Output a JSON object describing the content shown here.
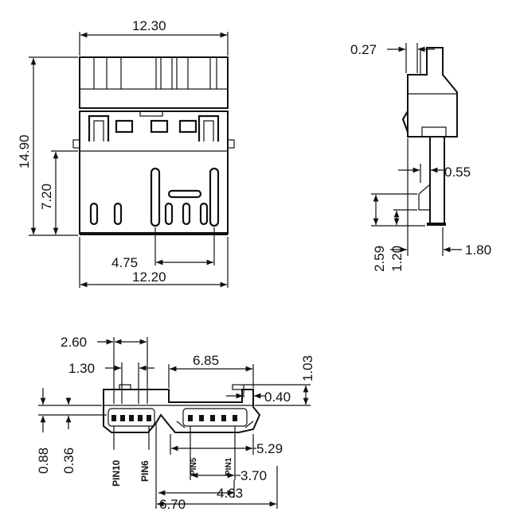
{
  "top_view": {
    "width_top": "12.30",
    "height_total": "14.90",
    "height_lower": "7.20",
    "pin_span": "4.75",
    "width_bottom": "12.20"
  },
  "side_view": {
    "tab_thickness": "0.27",
    "pin_thickness": "0.55",
    "pin_offset": "2.59",
    "pin_length": "1.20",
    "depth": "1.80"
  },
  "front_view": {
    "pitch_span": "2.60",
    "small_pitch": "1.30",
    "socket_width": "6.85",
    "height_right": "1.03",
    "gap": "0.40",
    "left_offset_1": "0.88",
    "left_offset_2": "0.36",
    "right_width": "5.29",
    "pin_span_right": "3.70",
    "overall": "6.70",
    "pin_span_mid": "4.63",
    "labels": {
      "pin10": "PIN10",
      "pin6": "PIN6",
      "pin5": "PIN5",
      "pin1": "PIN1"
    }
  }
}
